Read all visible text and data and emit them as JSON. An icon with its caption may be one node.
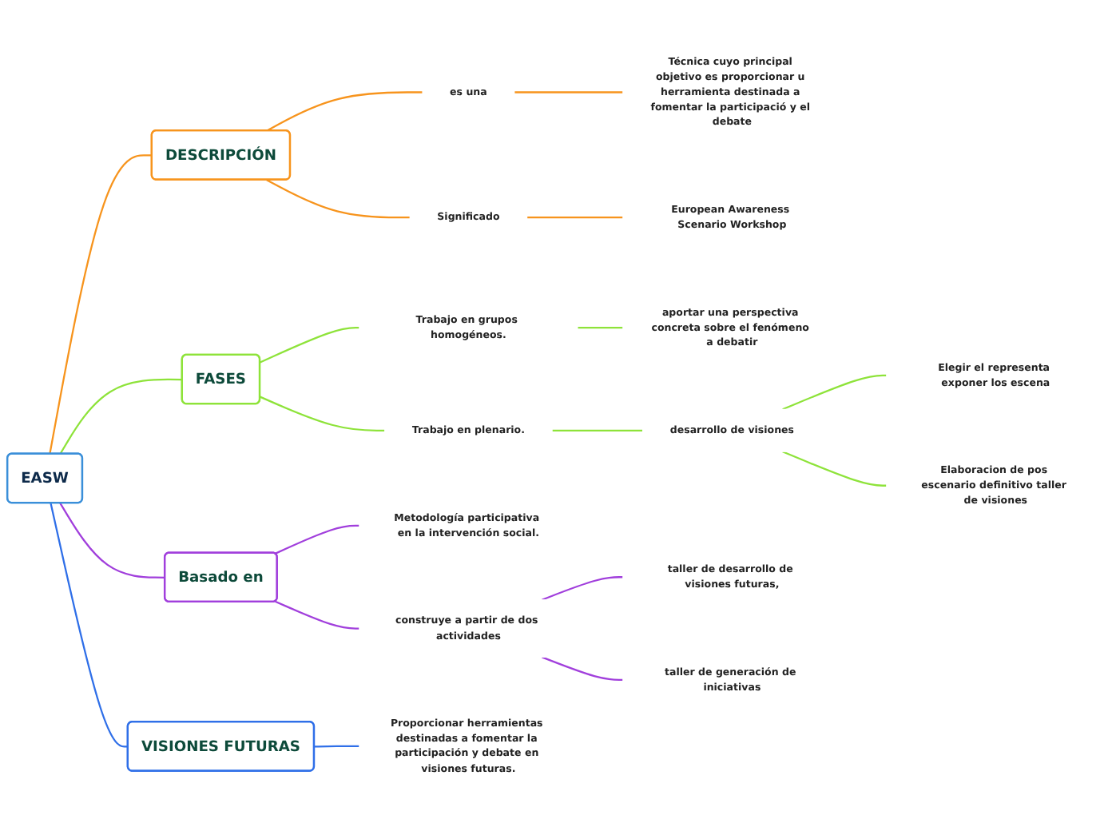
{
  "diagram": {
    "nodes": [
      {
        "text": [
          "EASW"
        ]
      },
      {
        "text": [
          "DESCRIPCIÓN"
        ]
      },
      {
        "text": [
          "es una"
        ]
      },
      {
        "text": [
          "Técnica cuyo principal objetivo es proporcionar u herramienta destinada a fomentar la participació y el debate"
        ]
      },
      {
        "text": [
          "Significado"
        ]
      },
      {
        "text": [
          "European Awareness Scenario Workshop"
        ]
      },
      {
        "text": [
          "FASES"
        ]
      },
      {
        "text": [
          "Trabajo en grupos homogéneos."
        ]
      },
      {
        "text": [
          "aportar una perspectiva concreta sobre el fenómeno a debatir"
        ]
      },
      {
        "text": [
          "Trabajo en plenario."
        ]
      },
      {
        "text": [
          "desarrollo de visiones"
        ]
      },
      {
        "text": [
          "Elegir el representa exponer los escena"
        ]
      },
      {
        "text": [
          "Elaboracion de pos escenario definitivo taller de visiones"
        ]
      },
      {
        "text": [
          "Basado en"
        ]
      },
      {
        "text": [
          "Metodología participativa en la intervención social."
        ]
      },
      {
        "text": [
          "construye a partir de dos actividades"
        ]
      },
      {
        "text": [
          "taller de desarrollo de visiones futuras,"
        ]
      },
      {
        "text": [
          "taller de generación de iniciativas"
        ]
      },
      {
        "text": [
          "VISIONES FUTURAS"
        ]
      },
      {
        "text": [
          "Proporcionar herramientas destinadas a fomentar la participación y debate en visiones futuras."
        ]
      }
    ],
    "edges": [
      {
        "from": 0,
        "to": 1,
        "arrow": "none",
        "color": "#f7941d"
      },
      {
        "from": 1,
        "to": 2,
        "arrow": "none",
        "color": "#f7941d"
      },
      {
        "from": 2,
        "to": 3,
        "arrow": "none",
        "color": "#f7941d"
      },
      {
        "from": 1,
        "to": 4,
        "arrow": "none",
        "color": "#f7941d"
      },
      {
        "from": 4,
        "to": 5,
        "arrow": "none",
        "color": "#f7941d"
      },
      {
        "from": 0,
        "to": 6,
        "arrow": "none"
      },
      {
        "from": 6,
        "to": 7,
        "arrow": "none"
      },
      {
        "from": 7,
        "to": 8,
        "arrow": "none"
      },
      {
        "from": 6,
        "to": 9,
        "arrow": "none"
      },
      {
        "from": 9,
        "to": 10,
        "arrow": "none"
      },
      {
        "from": 10,
        "to": 11,
        "arrow": "none"
      },
      {
        "from": 10,
        "to": 12,
        "arrow": "none"
      },
      {
        "from": 0,
        "to": 13,
        "arrow": "none",
        "color": "#a13fdc"
      },
      {
        "from": 13,
        "to": 14,
        "arrow": "none",
        "color": "#a13fdc"
      },
      {
        "from": 13,
        "to": 15,
        "arrow": "none",
        "color": "#a13fdc"
      },
      {
        "from": 15,
        "to": 16,
        "arrow": "none",
        "color": "#a13fdc"
      },
      {
        "from": 15,
        "to": 17,
        "arrow": "none",
        "color": "#a13fdc"
      },
      {
        "from": 0,
        "to": 18,
        "arrow": "none",
        "color": "#2f6fe8"
      },
      {
        "from": 18,
        "to": 19,
        "arrow": "none",
        "color": "#2f6fe8"
      }
    ]
  }
}
